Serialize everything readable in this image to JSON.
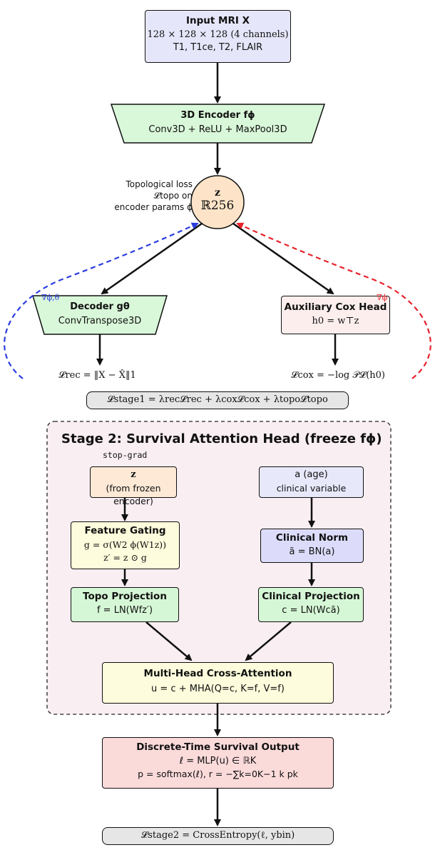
{
  "input_box": {
    "title": "Input MRI X",
    "line1": "128 × 128 × 128 (4 channels)",
    "line2": "T1, T1ce, T2, FLAIR"
  },
  "encoder": {
    "title": "3D Encoder fϕ",
    "line1": "Conv3D + ReLU + MaxPool3D"
  },
  "latent": {
    "symbol": "z",
    "space": "ℝ256"
  },
  "topo_note": {
    "line1": "Topological loss",
    "line2": "𝓛topo on",
    "line3": "encoder params ϕ"
  },
  "decoder": {
    "title": "Decoder gθ",
    "line1": "ConvTranspose3D",
    "grad_label": "∇ϕ,θ"
  },
  "cox_head": {
    "title": "Auxiliary Cox Head",
    "line1": "h0 = w⊤z",
    "grad_label": "∇ϕ"
  },
  "loss_rec": "𝓛rec = ‖X − X̂‖1",
  "loss_cox": "𝓛cox = −log 𝒫𝓛(h0)",
  "loss_stage1": "𝓛stage1 = λrec𝓛rec + λcox𝓛cox + λtopo𝓛topo",
  "stage2": {
    "title": "Stage 2: Survival Attention Head (freeze fϕ)",
    "stopgrad": "stop-grad",
    "z_box": {
      "line1": "z",
      "line2": "(from frozen encoder)"
    },
    "age_box": {
      "line1": "a (age)",
      "line2": "clinical variable"
    },
    "gating": {
      "title": "Feature Gating",
      "line1": "g = σ(W2 ϕ(W1z))",
      "line2": "z′ = z ⊙ g"
    },
    "clin_norm": {
      "title": "Clinical Norm",
      "line1": "ã = BN(a)"
    },
    "topo_proj": {
      "title": "Topo Projection",
      "line1": "f = LN(Wfz′)"
    },
    "clin_proj": {
      "title": "Clinical Projection",
      "line1": "c = LN(Wcã)"
    },
    "mhca": {
      "title": "Multi-Head Cross-Attention",
      "line1": "u = c + MHA(Q=c, K=f, V=f)"
    }
  },
  "survival_out": {
    "title": "Discrete-Time Survival Output",
    "line1": "ℓ = MLP(u) ∈ ℝK",
    "line2": "p = softmax(ℓ), r = −∑k=0K−1 k pk"
  },
  "loss_stage2": "𝓛stage2 = CrossEntropy(ℓ, ybin)",
  "colors": {
    "input": "#e6e6fa",
    "encoder": "#d9f7d9",
    "latent": "#fde4c8",
    "decoder": "#d9f7d9",
    "cox": "#fdeeee",
    "stage2_bg": "#f9eef2",
    "z_box": "#fde9d6",
    "age_box": "#e8e8fb",
    "gating": "#fdfcdc",
    "norm": "#dcdcfa",
    "proj": "#d6f7d6",
    "mhca": "#fdfcdc",
    "out": "#fbdada",
    "blue_grad": "#2a3de0",
    "red_grad": "#e8222a"
  }
}
